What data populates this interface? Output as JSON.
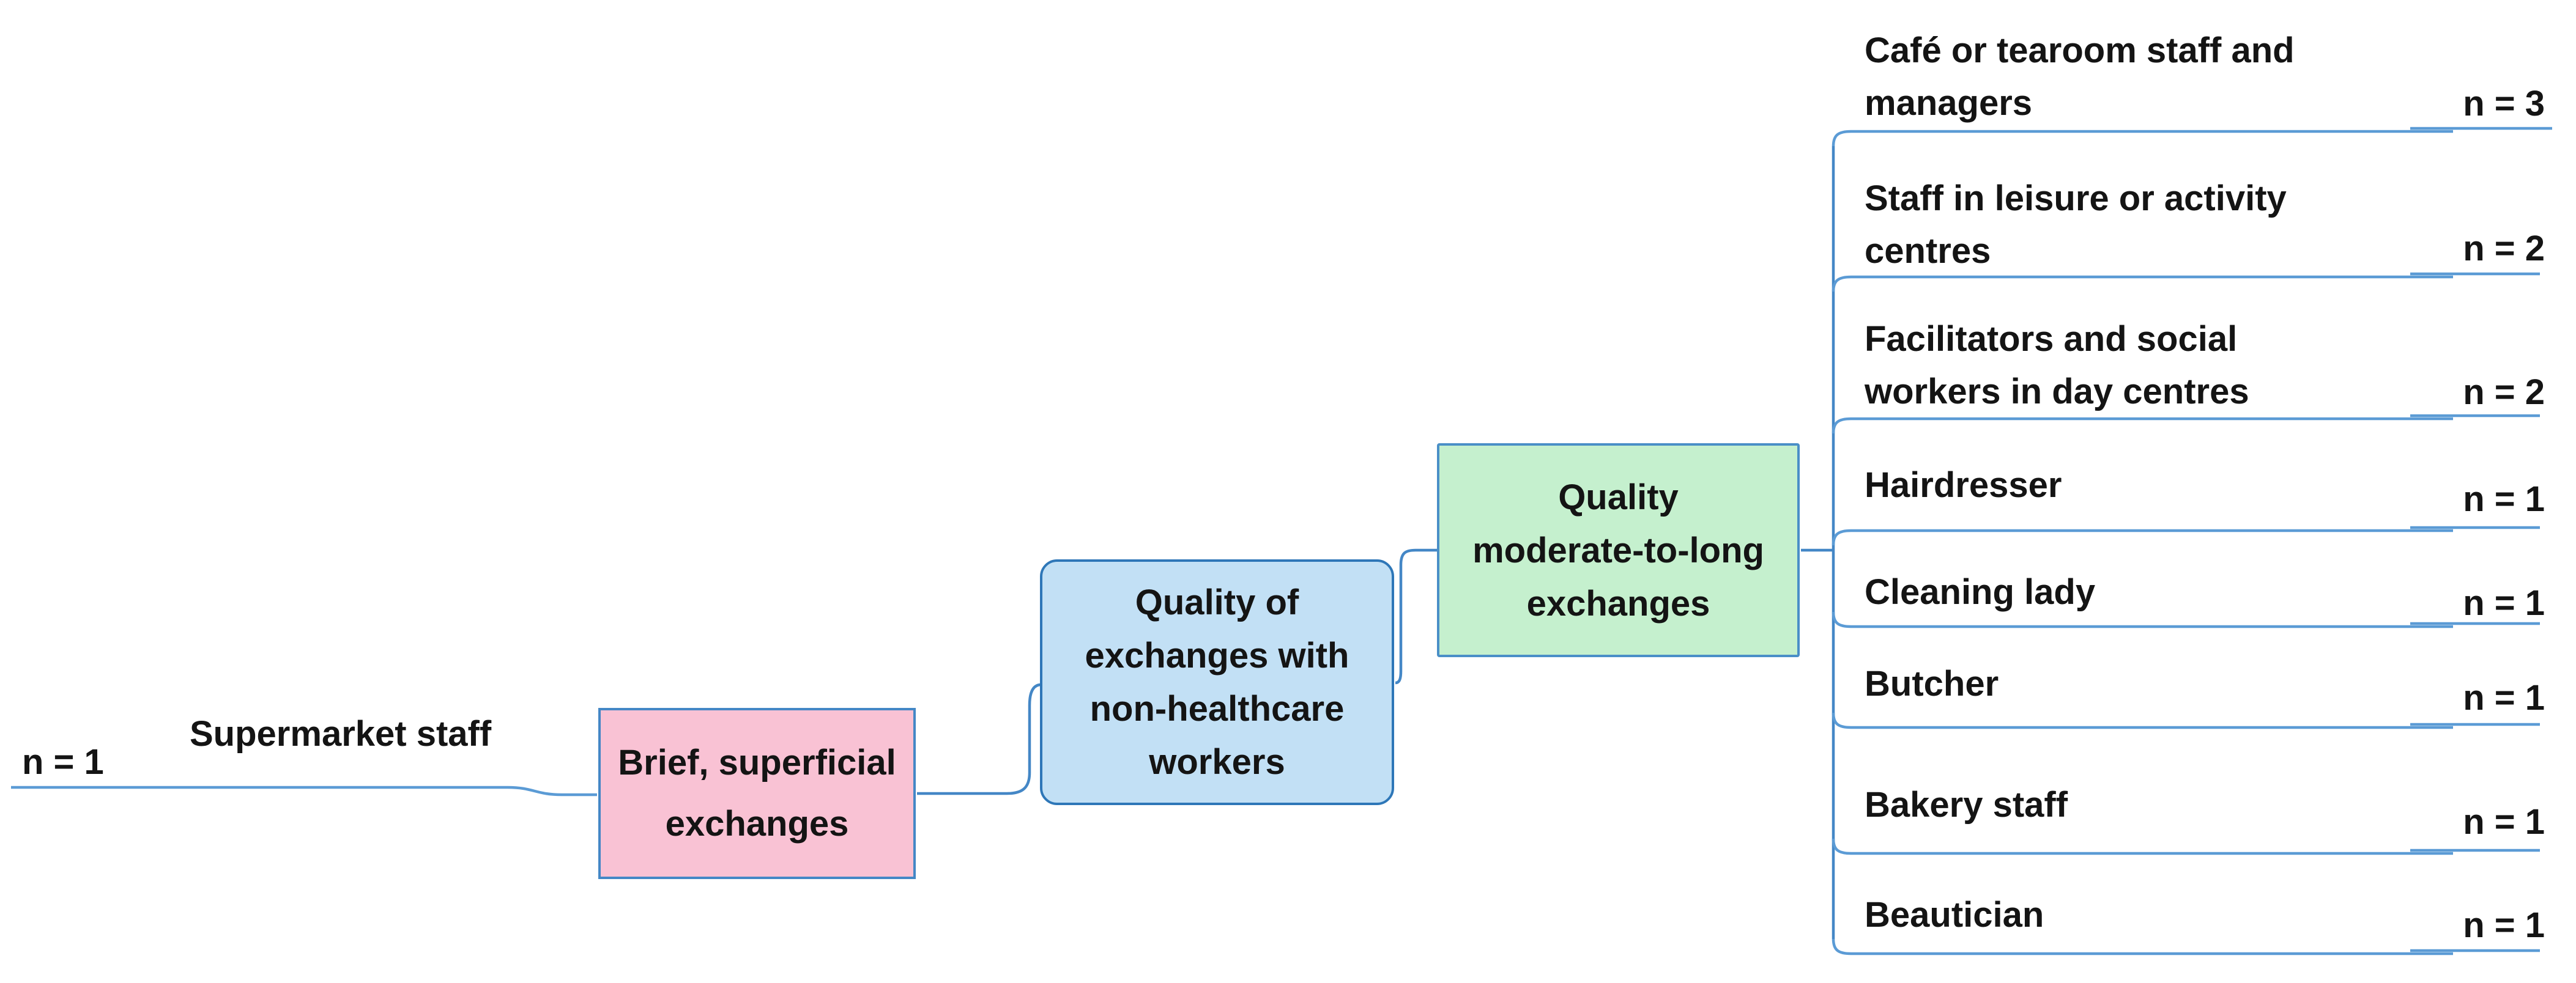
{
  "colors": {
    "connector_blue": "#4487c6",
    "leaf_line_blue": "#5b9bd5",
    "root_fill": "#c2e0f5",
    "root_border": "#2e77b8",
    "brief_fill": "#f9c2d4",
    "brief_border": "#4487c6",
    "quality_fill": "#c5f0ce",
    "quality_border": "#4a8fc7",
    "text_color": "#141414"
  },
  "root_node": {
    "label": "Quality of exchanges with non-healthcare workers",
    "lines": [
      "Quality of",
      "exchanges with",
      "non-healthcare",
      "workers"
    ]
  },
  "brief_node": {
    "label": "Brief, superficial exchanges",
    "lines": [
      "Brief, superficial",
      "exchanges"
    ]
  },
  "quality_node": {
    "label": "Quality moderate-to-long exchanges",
    "lines": [
      "Quality",
      "moderate-to-long",
      "exchanges"
    ]
  },
  "supermarket_leaf": {
    "label": "Supermarket staff",
    "n": "n = 1"
  },
  "leaves": [
    {
      "lines": [
        "Café or tearoom staff and",
        "managers"
      ],
      "n": "n = 3"
    },
    {
      "lines": [
        "Staff in leisure or activity",
        "centres"
      ],
      "n": "n = 2"
    },
    {
      "lines": [
        "Facilitators and social",
        "workers in day centres"
      ],
      "n": "n = 2"
    },
    {
      "lines": [
        "Hairdresser"
      ],
      "n": "n = 1"
    },
    {
      "lines": [
        "Cleaning lady"
      ],
      "n": "n = 1"
    },
    {
      "lines": [
        "Butcher"
      ],
      "n": "n = 1"
    },
    {
      "lines": [
        "Bakery staff"
      ],
      "n": "n = 1"
    },
    {
      "lines": [
        "Beautician"
      ],
      "n": "n = 1"
    }
  ]
}
